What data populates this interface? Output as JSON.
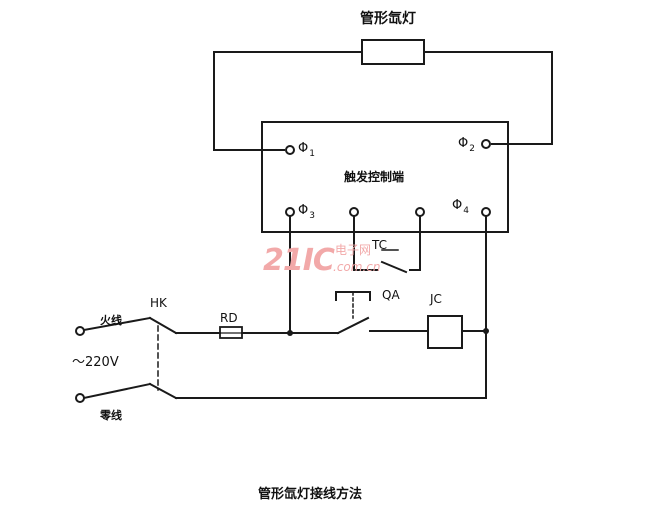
{
  "diagram": {
    "lamp_title": "管形氙灯",
    "controller_label": "触发控制端",
    "terminals": {
      "phi1": "Φ",
      "phi1_sub": "1",
      "phi2": "Φ",
      "phi2_sub": "2",
      "phi3": "Φ",
      "phi3_sub": "3",
      "phi4": "Φ",
      "phi4_sub": "4"
    },
    "labels": {
      "tc_top": "TC",
      "qa": "QA",
      "jc": "JC",
      "hk": "HK",
      "rd": "RD",
      "live_wire": "火线",
      "voltage": "～220V",
      "neutral_wire": "零线"
    },
    "caption": "管形氙灯接线方法"
  },
  "watermark": {
    "big": "21IC",
    "top": "电子网",
    "bottom": ".com.cn"
  },
  "colors": {
    "line": "#1a1a1a",
    "watermark": "#f2a9a9"
  }
}
